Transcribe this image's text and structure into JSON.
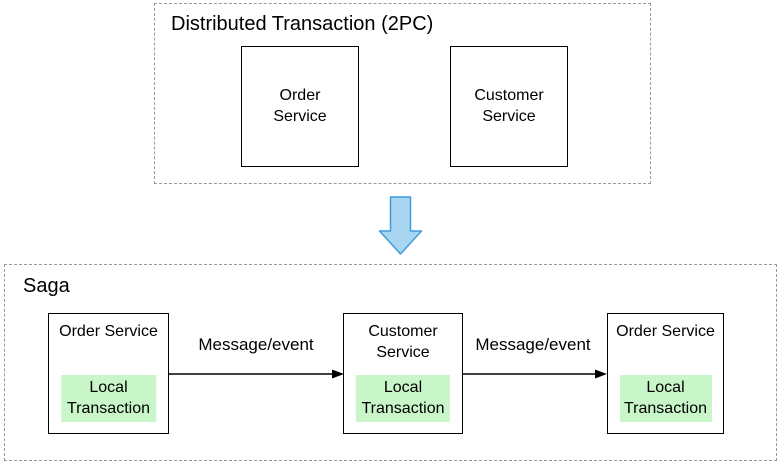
{
  "colors": {
    "green_fill": "#c9f6c9",
    "arrow_fill": "#a8d5f2",
    "arrow_stroke": "#3e9cd9",
    "dash_border": "#999999",
    "box_border": "#000000"
  },
  "twopc": {
    "title": "Distributed Transaction (2PC)",
    "boxes": [
      {
        "lines": [
          "Order",
          "Service"
        ]
      },
      {
        "lines": [
          "Customer",
          "Service"
        ]
      }
    ]
  },
  "transition": {
    "icon": "down-arrow-icon"
  },
  "saga": {
    "title": "Saga",
    "steps": [
      {
        "service": [
          "Order",
          "Service"
        ],
        "local": [
          "Local",
          "Transaction"
        ]
      },
      {
        "service": [
          "Customer",
          "Service"
        ],
        "local": [
          "Local",
          "Transaction"
        ]
      },
      {
        "service": [
          "Order",
          "Service"
        ],
        "local": [
          "Local",
          "Transaction"
        ]
      }
    ],
    "arrows": [
      {
        "label": "Message/event"
      },
      {
        "label": "Message/event"
      }
    ]
  }
}
